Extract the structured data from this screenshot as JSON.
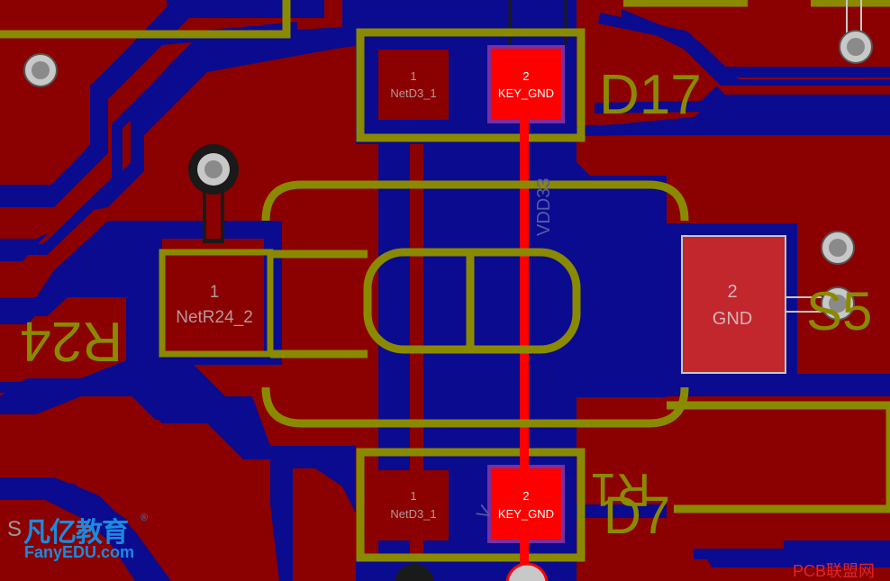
{
  "pads": {
    "d17_p1": {
      "number": "1",
      "net": "NetD3_1"
    },
    "d17_p2": {
      "number": "2",
      "net": "KEY_GND"
    },
    "d7_p1": {
      "number": "1",
      "net": "NetD3_1"
    },
    "d7_p2": {
      "number": "2",
      "net": "KEY_GND"
    },
    "r24_p1": {
      "number": "1",
      "net": "NetR24_2"
    },
    "s5_p2": {
      "number": "2",
      "net": "GND"
    }
  },
  "designators": {
    "d17": "D17",
    "d7": "D7",
    "r24": "R24",
    "r1": "R1",
    "s5": "S5",
    "s_partial": "S"
  },
  "net_labels": {
    "vdd33": "VDD33",
    "vdd_partial": "V"
  },
  "watermarks": {
    "fanyi_cn": "凡亿教育",
    "fanyi_en": "FanyEDU.com",
    "registered": "®",
    "pcb_union": "PCB联盟网"
  },
  "colors": {
    "copper_top": "#8b0000",
    "copper_bottom": "#0b0b8f",
    "selected_trace": "#ff0000",
    "silkscreen": "#8a8a00"
  }
}
